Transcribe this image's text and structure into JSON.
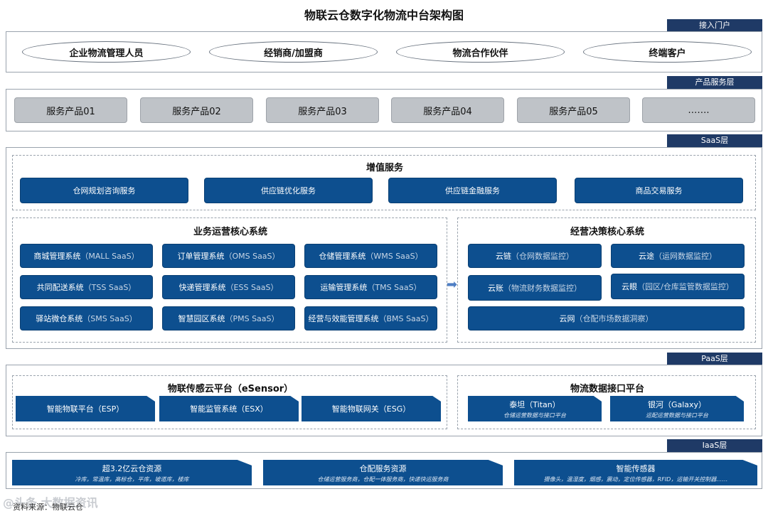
{
  "title": "物联云仓数字化物流中台架构图",
  "layers": {
    "portal": {
      "tag": "接入门户",
      "items": [
        "企业物流管理人员",
        "经销商/加盟商",
        "物流合作伙伴",
        "终端客户"
      ]
    },
    "product": {
      "tag": "产品服务层",
      "items": [
        "服务产品01",
        "服务产品02",
        "服务产品03",
        "服务产品04",
        "服务产品05",
        "……."
      ]
    },
    "saas": {
      "tag": "SaaS层",
      "value_added": {
        "title": "增值服务",
        "items": [
          "仓网规划咨询服务",
          "供应链优化服务",
          "供应链金融服务",
          "商品交易服务"
        ]
      },
      "business": {
        "title": "业务运营核心系统",
        "items": [
          {
            "name": "商城管理系统",
            "code": "（MALL SaaS）"
          },
          {
            "name": "订单管理系统",
            "code": "（OMS SaaS）"
          },
          {
            "name": "仓储管理系统",
            "code": "（WMS SaaS）"
          },
          {
            "name": "共同配送系统",
            "code": "（TSS SaaS）"
          },
          {
            "name": "快递管理系统",
            "code": "（ESS SaaS）"
          },
          {
            "name": "运输管理系统",
            "code": "（TMS SaaS）"
          },
          {
            "name": "驿站微仓系统",
            "code": "（SMS SaaS）"
          },
          {
            "name": "智慧园区系统",
            "code": "（PMS SaaS）"
          },
          {
            "name": "经营与效能管理系统",
            "code": "（BMS SaaS）"
          }
        ]
      },
      "decision": {
        "title": "经营决策核心系统",
        "items": [
          {
            "name": "云链",
            "desc": "（仓网数据监控）"
          },
          {
            "name": "云途",
            "desc": "（运网数据监控）"
          },
          {
            "name": "云账",
            "desc": "（物流财务数据监控）"
          },
          {
            "name": "云眼",
            "desc": "（园区/仓库监管数据监控）"
          },
          {
            "name": "云网",
            "desc": "（仓配市场数据洞察）"
          }
        ]
      }
    },
    "paas": {
      "tag": "PaaS层",
      "sensor": {
        "title": "物联传感云平台（eSensor）",
        "items": [
          "智能物联平台（ESP）",
          "智能监管系统（ESX）",
          "智能物联网关（ESG）"
        ]
      },
      "interface": {
        "title": "物流数据接口平台",
        "items": [
          {
            "name": "泰坦（Titan）",
            "sub": "仓储运营数据与接口平台"
          },
          {
            "name": "银河（Galaxy）",
            "sub": "运配运营数据与接口平台"
          }
        ]
      }
    },
    "iaas": {
      "tag": "IaaS层",
      "items": [
        {
          "name": "超3.2亿云仓资源",
          "sub": "冷库，常温库，高标仓，平库，坡道库，楼库"
        },
        {
          "name": "仓配服务资源",
          "sub": "仓储运营服务商，仓配一体服务商，快递快运服务商"
        },
        {
          "name": "智能传感器",
          "sub": "摄像头，温湿度，烟感，震动，定位传感器，RFID，运输开关控制器……"
        }
      ]
    }
  },
  "source": "资料来源：物联云仓",
  "watermark": "@头条 大数据资讯",
  "colors": {
    "primary": "#0d4f8f",
    "tag": "#1f3a66",
    "product_gray": "#bfc3c8",
    "border": "#9aa3ad"
  }
}
